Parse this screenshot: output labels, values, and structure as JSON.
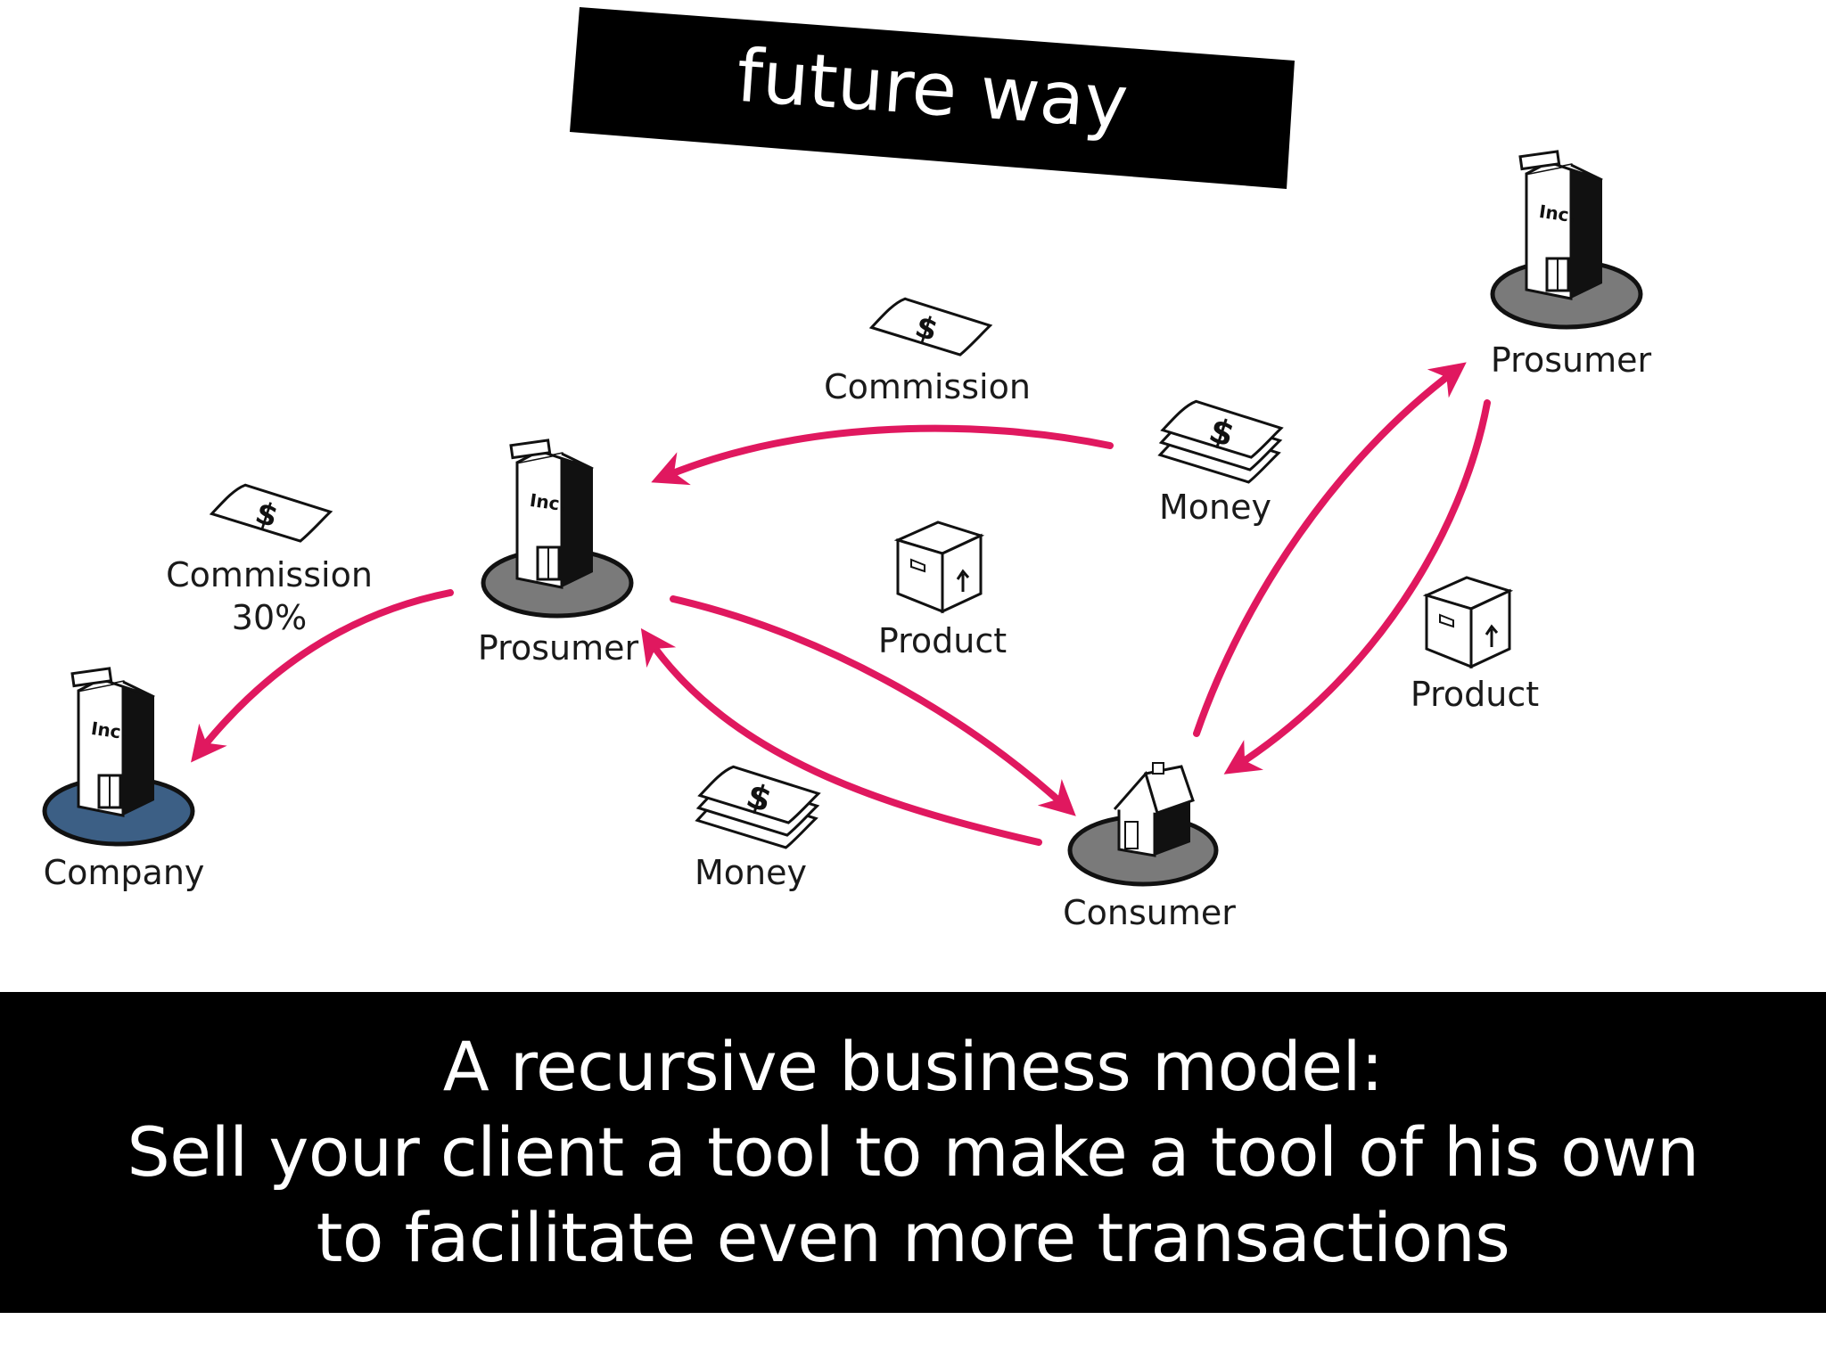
{
  "title": "future way",
  "colors": {
    "arrow": "#e0185f",
    "company_base": "#3c5f85",
    "base_gray": "#7a7a7a",
    "bar": "#000000"
  },
  "nodes": {
    "company": {
      "label": "Company",
      "icon": "building-icon",
      "sign": "Inc."
    },
    "prosumer_center": {
      "label": "Prosumer",
      "icon": "building-icon",
      "sign": "Inc."
    },
    "prosumer_right": {
      "label": "Prosumer",
      "icon": "building-icon",
      "sign": "Inc."
    },
    "consumer": {
      "label": "Consumer",
      "icon": "house-icon"
    }
  },
  "flows": {
    "commission_company": {
      "line1": "Commission",
      "line2": "30%",
      "icon": "dollar-bill-icon"
    },
    "commission_top": {
      "label": "Commission",
      "icon": "dollar-bill-icon"
    },
    "money_top": {
      "label": "Money",
      "icon": "money-stack-icon"
    },
    "product_center": {
      "label": "Product",
      "icon": "package-box-icon"
    },
    "money_bottom": {
      "label": "Money",
      "icon": "money-stack-icon"
    },
    "product_right": {
      "label": "Product",
      "icon": "package-box-icon"
    }
  },
  "caption": {
    "line1": "A recursive business model:",
    "line2": "Sell your client a tool to make a tool of his own",
    "line3": "to facilitate even more transactions"
  }
}
